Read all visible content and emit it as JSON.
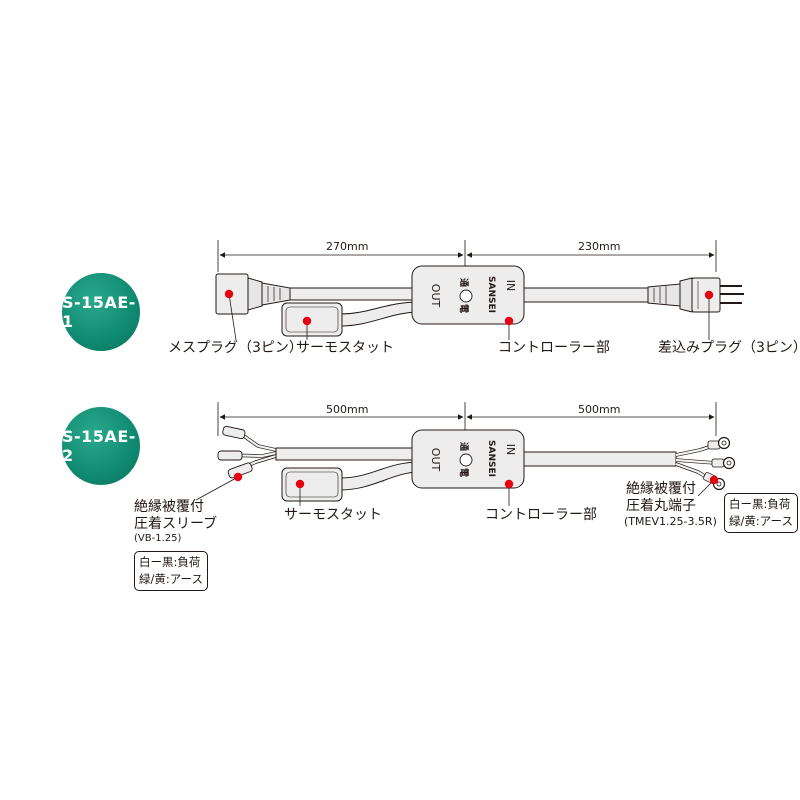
{
  "model1": {
    "badge": "S-15AE-1",
    "dim_left": "270mm",
    "dim_right": "230mm",
    "label_female_plug": "メスプラグ（3ピン）",
    "label_thermostat": "サーモスタット",
    "label_controller": "コントローラー部",
    "label_male_plug": "差込みプラグ（3ピン）"
  },
  "model2": {
    "badge": "S-15AE-2",
    "dim_left": "500mm",
    "dim_right": "500mm",
    "label_sleeve_1": "絶縁被覆付",
    "label_sleeve_2": "圧着スリーブ",
    "label_sleeve_code": "(VB-1.25)",
    "label_thermostat": "サーモスタット",
    "label_controller": "コントローラー部",
    "label_terminal_1": "絶縁被覆付",
    "label_terminal_2": "圧着丸端子",
    "label_terminal_code": "(TMEV1.25-3.5R)",
    "wire_left_1": "白ー黒:負荷",
    "wire_left_2": "緑/黄:アース",
    "wire_right_1": "白ー黒:負荷",
    "wire_right_2": "緑/黄:アース"
  },
  "controller": {
    "in": "IN",
    "out": "OUT",
    "brand": "SANSEI",
    "mark_left": "通",
    "mark_right": "電"
  }
}
